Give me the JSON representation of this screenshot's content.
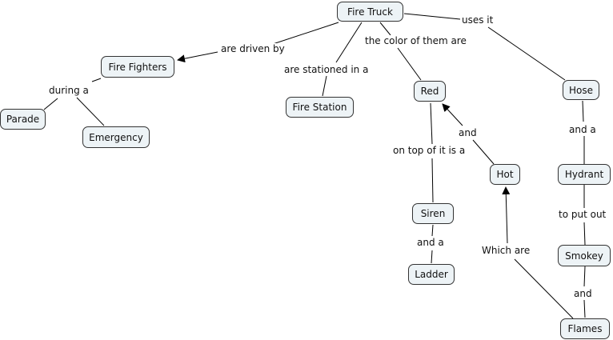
{
  "concepts": {
    "fire_truck": "Fire Truck",
    "fire_fighters": "Fire Fighters",
    "fire_station": "Fire Station",
    "red": "Red",
    "hose": "Hose",
    "parade": "Parade",
    "emergency": "Emergency",
    "hot": "Hot",
    "hydrant": "Hydrant",
    "siren": "Siren",
    "ladder": "Ladder",
    "smokey": "Smokey",
    "flames": "Flames"
  },
  "linking_phrases": {
    "are_driven_by": "are driven by",
    "are_stationed_in_a": "are stationed in a",
    "the_color_of_them_are": "the color of them are",
    "uses_it": "uses it",
    "during_a": "during a",
    "and_red_hot": "and",
    "on_top_of_it_is_a": "on top of it is a",
    "and_a_hose": "and a",
    "to_put_out": "to put out",
    "and_a_siren": "and a",
    "which_are": "Which are",
    "and_smokey": "and"
  },
  "colors": {
    "concept_fill": "#edf3f6",
    "border": "#333333",
    "line": "#000000"
  }
}
